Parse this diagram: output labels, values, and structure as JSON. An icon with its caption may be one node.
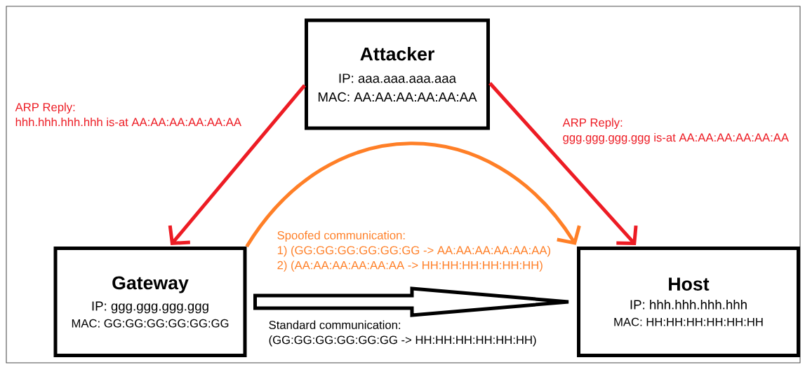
{
  "diagram": {
    "nodes": [
      {
        "text": [
          "Attacker",
          "IP: aaa.aaa.aaa.aaa",
          "MAC: AA:AA:AA:AA:AA:AA"
        ]
      },
      {
        "text": [
          "Gateway",
          "IP: ggg.ggg.ggg.ggg",
          "MAC: GG:GG:GG:GG:GG:GG"
        ]
      },
      {
        "text": [
          "Host",
          "IP: hhh.hhh.hhh.hhh",
          "MAC: HH:HH:HH:HH:HH:HH"
        ]
      }
    ],
    "edges": [
      {
        "from": 0,
        "to": 1,
        "arrow": "to",
        "label": "ARP Reply: hhh.hhh.hhh.hhh is-at AA:AA:AA:AA:AA:AA",
        "color": "#ed1c24"
      },
      {
        "from": 0,
        "to": 2,
        "arrow": "to",
        "label": "ARP Reply: ggg.ggg.ggg.ggg is-at AA:AA:AA:AA:AA:AA",
        "color": "#ed1c24"
      },
      {
        "from": 1,
        "to": 2,
        "arrow": "to",
        "label": "Spoofed communication: 1) (GG:GG:GG:GG:GG:GG -> AA:AA:AA:AA:AA:AA) 2) (AA:AA:AA:AA:AA:AA -> HH:HH:HH:HH:HH:HH)",
        "color": "#ff7f27"
      },
      {
        "from": 1,
        "to": 2,
        "arrow": "to",
        "style": "thick",
        "label": "Standard communication: (GG:GG:GG:GG:GG:GG -> HH:HH:HH:HH:HH:HH)",
        "color": "#000000"
      }
    ]
  }
}
